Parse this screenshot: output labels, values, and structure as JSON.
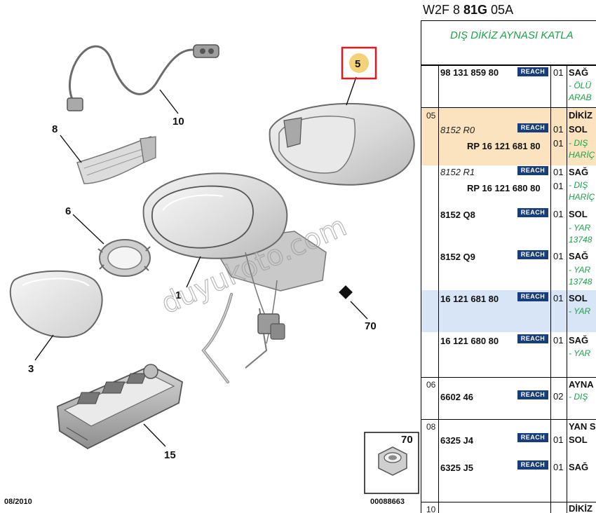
{
  "diagram": {
    "callouts": [
      {
        "id": "c5",
        "label": "5"
      },
      {
        "id": "c10",
        "label": "10"
      },
      {
        "id": "c8",
        "label": "8"
      },
      {
        "id": "c6",
        "label": "6"
      },
      {
        "id": "c1",
        "label": "1"
      },
      {
        "id": "c3",
        "label": "3"
      },
      {
        "id": "c70",
        "label": "70"
      },
      {
        "id": "c15",
        "label": "15"
      }
    ],
    "inset_label": "70",
    "date": "08/2010",
    "drawing_ref": "00088663",
    "watermark": "duyukoto.com"
  },
  "panel": {
    "code_prefix": "W2F 8 ",
    "code_bold": "81G",
    "code_suffix": " 05A",
    "banner": "DIŞ DİKİZ AYNASI KATLA",
    "reach_label": "REACH",
    "rows": [
      {
        "part": "98 131 859 80",
        "qty": "01",
        "desc": "SAĞ",
        "notes": [
          "- ÖLÜ",
          "ARAB"
        ]
      },
      {
        "group": "05",
        "desc": "DİKİZ"
      },
      {
        "part": "8152 R0",
        "rp": "RP 16 121 681 80",
        "qty": "01",
        "qty2": "01",
        "desc": "SOL",
        "notes": [
          "- DIŞ",
          "HARİÇ"
        ]
      },
      {
        "part": "8152 R1",
        "rp": "RP 16 121 680 80",
        "qty": "01",
        "qty2": "01",
        "desc": "SAĞ",
        "notes": [
          "- DIŞ",
          "HARİÇ"
        ]
      },
      {
        "part": "8152 Q8",
        "qty": "01",
        "desc": "SOL",
        "notes": [
          "- YAR",
          "13748"
        ]
      },
      {
        "part": "8152 Q9",
        "qty": "01",
        "desc": "SAĞ",
        "notes": [
          "- YAR",
          "13748"
        ]
      },
      {
        "part": "16 121 681 80",
        "qty": "01",
        "desc": "SOL",
        "notes": [
          "- YAR"
        ]
      },
      {
        "part": "16 121 680 80",
        "qty": "01",
        "desc": "SAĞ",
        "notes": [
          "- YAR"
        ]
      },
      {
        "group": "06",
        "part": "6602 46",
        "qty": "02",
        "desc": "AYNA",
        "notes": [
          "- DIŞ"
        ]
      },
      {
        "group": "08",
        "desc": "YAN S"
      },
      {
        "part": "6325 J4",
        "qty": "01",
        "desc": "SOL"
      },
      {
        "part": "6325 J5",
        "qty": "01",
        "desc": "SAĞ"
      },
      {
        "group": "10",
        "desc": "DİKİZ"
      }
    ]
  },
  "colors": {
    "highlight_orange": "#fae3be",
    "highlight_blue": "#d8e5f6",
    "note_green": "#1ba34a",
    "reach_badge": "#173d7a",
    "callout_box": "#e0191e",
    "callout_fill": "#f4d27a"
  }
}
